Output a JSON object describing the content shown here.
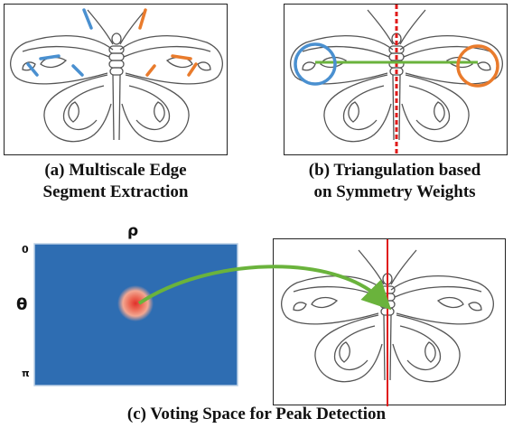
{
  "captions": {
    "a_line1": "(a) Multiscale Edge",
    "a_line2": "Segment Extraction",
    "b_line1": "(b) Triangulation based",
    "b_line2": "on Symmetry Weights",
    "c": "(c) Voting Space for Peak Detection"
  },
  "voting_space": {
    "x_axis_symbol": "ρ",
    "y_axis_symbol": "θ",
    "y_start": "0",
    "y_end": "π",
    "background_color": "#2e6db2",
    "peak_color": "#e0302a"
  },
  "colors": {
    "segment_blue": "#4a90d0",
    "segment_orange": "#e97b2c",
    "symmetry_axis": "#e01a1a",
    "link_green": "#6ab33c"
  }
}
